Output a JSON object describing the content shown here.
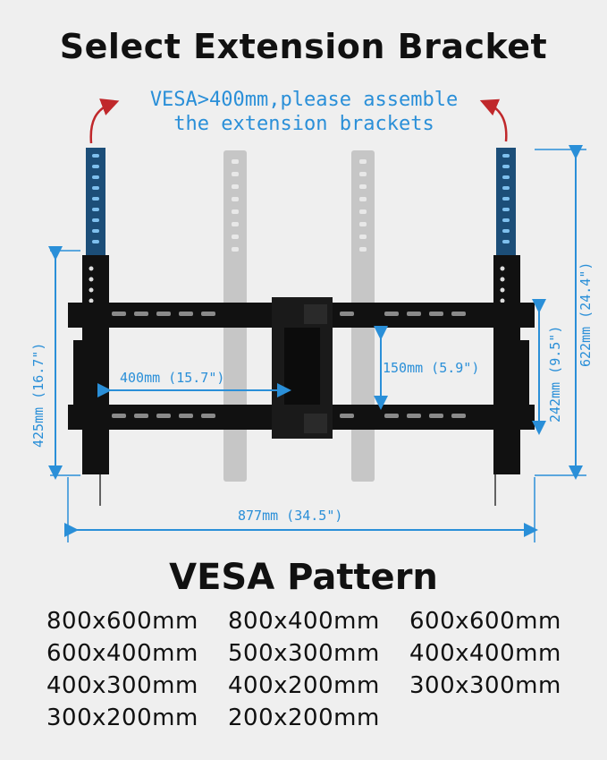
{
  "title": "Select Extension Bracket",
  "note_line1": "VESA>400mm,please assemble",
  "note_line2": "the extension brackets",
  "dimensions": {
    "height_left": "425mm (16.7\")",
    "height_right": "622mm (24.4\")",
    "inner_width": "400mm (15.7\")",
    "inner_height": "150mm (5.9\")",
    "frame_height": "242mm (9.5\")",
    "total_width": "877mm (34.5\")"
  },
  "vesa_title": "VESA Pattern",
  "vesa_patterns": [
    "800x600mm",
    "800x400mm",
    "600x600mm",
    "600x400mm",
    "500x300mm",
    "400x400mm",
    "400x300mm",
    "400x200mm",
    "300x300mm",
    "300x200mm",
    "200x200mm"
  ],
  "colors": {
    "accent": "#2a8fd8",
    "arrow": "#c0282b",
    "metal": "#111111"
  }
}
